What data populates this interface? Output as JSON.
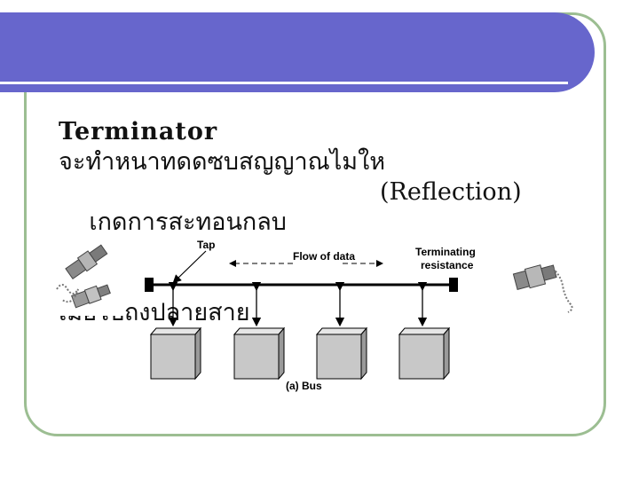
{
  "slide": {
    "title": "Terminator",
    "line1": "จะทำหนาทดดซบสญญาณไมให",
    "line2_left": "เกดการสะทอนกลบ",
    "line2_right": "(Reflection)",
    "line3": "เมอไปถงปลายสาย"
  },
  "diagram": {
    "labels": {
      "tap": "Tap",
      "flow": "Flow of data",
      "terminating": "Terminating",
      "resistance": "resistance",
      "caption": "(a) Bus"
    }
  },
  "colors": {
    "banner": "#6766cc",
    "frame": "#9cbe92",
    "box_face": "#c8c8c8"
  }
}
